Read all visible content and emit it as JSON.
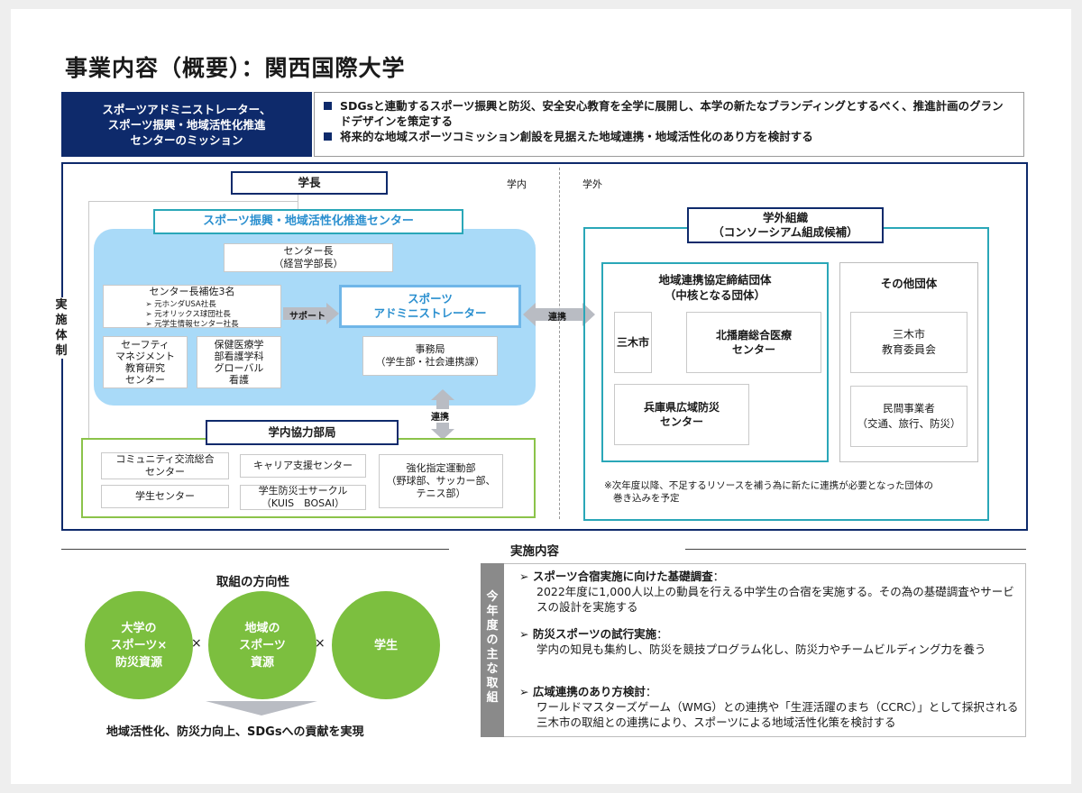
{
  "title": "事業内容（概要）：関西国際大学",
  "mission": {
    "label_lines": [
      "スポーツアドミニストレーター、",
      "スポーツ振興・地域活性化推進",
      "センターのミッション"
    ],
    "bullets": [
      "SDGsと連動するスポーツ振興と防災、安全安心教育を全学に展開し、本学の新たなブランディングとするべく、推進計画のグランドデザインを策定する",
      "将来的な地域スポーツコミッション創設を見据えた地域連携・地域活性化のあり方を検討する"
    ]
  },
  "org": {
    "side_label": [
      "実",
      "施",
      "体",
      "制"
    ],
    "president": "学長",
    "campus_in": "学内",
    "campus_out": "学外",
    "center_title": "スポーツ振興・地域活性化推進センター",
    "director": [
      "センター長",
      "（経営学部長）"
    ],
    "assistant_title": "センター長補佐3名",
    "assistant_items": [
      "元ホンダUSA社長",
      "元オリックス球団社長",
      "元学生情報センター社長"
    ],
    "support_label": "サポート",
    "administrator": [
      "スポーツ",
      "アドミニストレーター"
    ],
    "safety": [
      "セーフティ",
      "マネジメント",
      "教育研究",
      "センター"
    ],
    "medical": [
      "保健医療学",
      "部看護学科",
      "グローバル",
      "看護"
    ],
    "office": [
      "事務局",
      "（学生部・社会連携課）"
    ],
    "link_h": "連携",
    "link_v": "連携",
    "coop_title": "学内協力部局",
    "coop_items": {
      "community": [
        "コミュニティ交流総合",
        "センター"
      ],
      "career": "キャリア支援センター",
      "student_center": "学生センター",
      "bosai": [
        "学生防災士サークル",
        "（KUIS　BOSAI）"
      ],
      "sports": [
        "強化指定運動部",
        "（野球部、サッカー部、",
        "テニス部）"
      ]
    },
    "external_title": [
      "学外組織",
      "（コンソーシアム組成候補）"
    ],
    "core_title": [
      "地域連携協定締結団体",
      "（中核となる団体）"
    ],
    "miki": "三木市",
    "kitaharima": [
      "北播磨総合医療",
      "センター"
    ],
    "hyogo": [
      "兵庫県広域防災",
      "センター"
    ],
    "other_title": "その他団体",
    "edu_board": [
      "三木市",
      "教育委員会"
    ],
    "private": [
      "民間事業者",
      "（交通、旅行、防災）"
    ],
    "note": [
      "※次年度以降、不足するリソースを補う為に新たに連携が必要となった団体の",
      "巻き込みを予定"
    ]
  },
  "implementation_title": "実施内容",
  "direction": {
    "title": "取組の方向性",
    "circles": [
      [
        "大学の",
        "スポーツ×",
        "防災資源"
      ],
      [
        "地域の",
        "スポーツ",
        "資源"
      ],
      [
        "学生"
      ]
    ],
    "times": "×",
    "result": "地域活性化、防災力向上、SDGsへの貢献を実現"
  },
  "activities": {
    "side": [
      "今",
      "年",
      "度",
      "の",
      "主",
      "な",
      "取",
      "組"
    ],
    "items": [
      {
        "head": "スポーツ合宿実施に向けた基礎調査",
        "colon": "：",
        "body": "2022年度に1,000人以上の動員を行える中学生の合宿を実施する。その為の基礎調査やサービスの設計を実施する"
      },
      {
        "head": "防災スポーツの試行実施",
        "colon": "：",
        "body": "学内の知見も集約し、防災を競技プログラム化し、防災力やチームビルディング力を養う"
      },
      {
        "head": "広域連携のあり方検討",
        "colon": "：",
        "body": "ワールドマスターズゲーム（WMG）との連携や「生涯活躍のまち（CCRC）」として採択される三木市の取組との連携により、スポーツによる地域活性化策を検討する"
      }
    ]
  },
  "colors": {
    "navy": "#0e2a6b",
    "teal": "#2aa7b8",
    "light_blue": "#a9daf8",
    "green": "#7cbf3f",
    "grey": "#8a8a8a"
  }
}
